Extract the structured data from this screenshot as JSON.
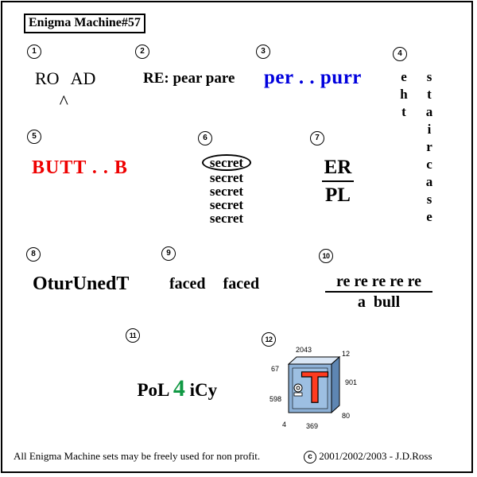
{
  "title": "Enigma Machine#57",
  "puzzles": [
    {
      "number": "1",
      "text_left": "RO",
      "caret": "^",
      "text_right": "AD"
    },
    {
      "number": "2",
      "text": "RE: pear pare"
    },
    {
      "number": "3",
      "text": "per . . purr",
      "color": "#0000dd"
    },
    {
      "number": "4",
      "column_a": [
        "e",
        "h",
        "t"
      ],
      "column_b": [
        "s",
        "t",
        "a",
        "i",
        "r",
        "c",
        "a",
        "s",
        "e"
      ]
    },
    {
      "number": "5",
      "text": "BUTT . . B",
      "color": "#ee0000"
    },
    {
      "number": "6",
      "circled": "secret",
      "lines": [
        "secret",
        "secret",
        "secret",
        "secret"
      ]
    },
    {
      "number": "7",
      "numerator": "ER",
      "denominator": "PL"
    },
    {
      "number": "8",
      "text": "OturUnedT"
    },
    {
      "number": "9",
      "text": "faced  faced"
    },
    {
      "number": "10",
      "numerator": "re re re re re",
      "denominator": "a  bull"
    },
    {
      "number": "11",
      "text_left": "PoL ",
      "digit": "4",
      "text_right": " iCy",
      "digit_color": "#119944"
    },
    {
      "number": "12",
      "letter": "T",
      "numbers": [
        "2043",
        "12",
        "67",
        "901",
        "598",
        "80",
        "4",
        "369"
      ]
    }
  ],
  "footer": {
    "notice": "All Enigma Machine sets may be freely used for non profit.",
    "copyright_symbol": "c",
    "copyright": "2001/2002/2003 - J.D.Ross"
  }
}
